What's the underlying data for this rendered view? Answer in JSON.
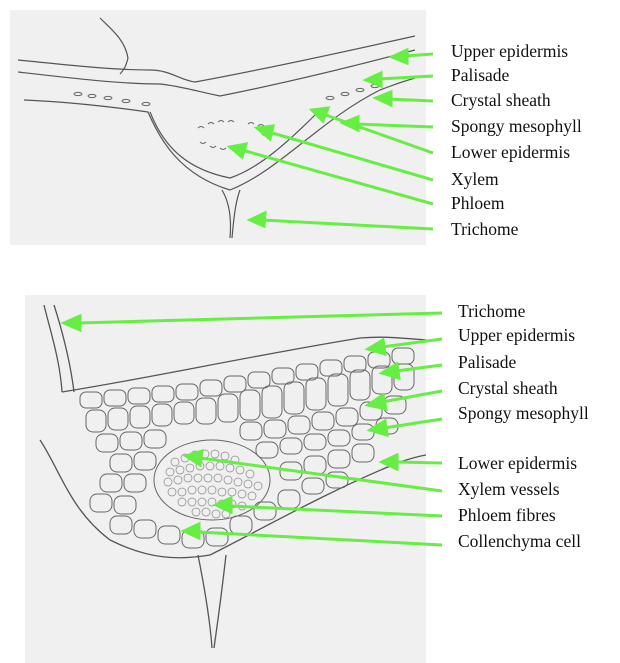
{
  "colors": {
    "arrow": "#66ee44",
    "panel_background": "#f0f0f0",
    "drawing_stroke": "#555555"
  },
  "top_diagram": {
    "labels": [
      "Upper epidermis",
      "Palisade",
      "Crystal sheath",
      "Spongy mesophyll",
      "Lower epidermis",
      "Xylem",
      "Phloem",
      "Trichome"
    ]
  },
  "bottom_diagram": {
    "labels": [
      "Trichome",
      "Upper epidermis",
      "Palisade",
      "Crystal sheath",
      "Spongy mesophyll",
      "Lower epidermis",
      "Xylem vessels",
      "Phloem fibres",
      "Collenchyma cell"
    ]
  }
}
